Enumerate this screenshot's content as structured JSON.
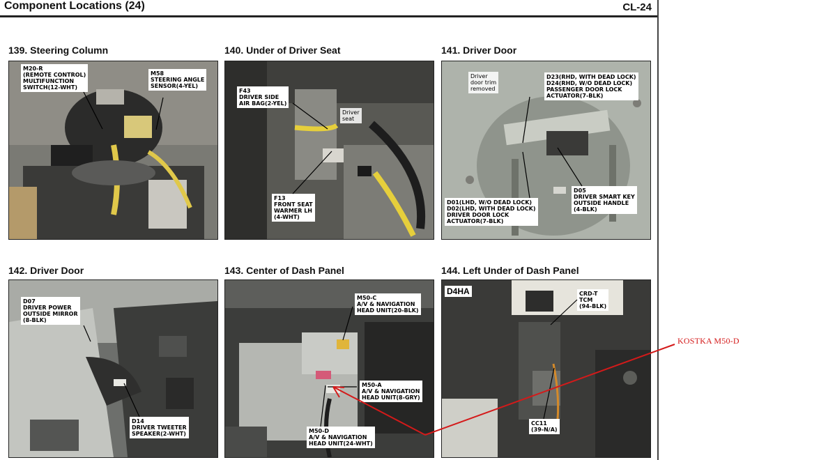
{
  "header": {
    "title": "Component Locations (24)",
    "code": "CL-24"
  },
  "panels": [
    {
      "title": "139. Steering Column",
      "labels": [
        {
          "text": "M20-R\n(REMOTE CONTROL)\nMULTIFUNCTION\nSWITCH(12-WHT)"
        },
        {
          "text": "M58\nSTEERING ANGLE\nSENSOR(4-YEL)"
        }
      ]
    },
    {
      "title": "140. Under of Driver Seat",
      "labels": [
        {
          "text": "F43\nDRIVER SIDE\nAIR BAG(2-YEL)"
        },
        {
          "text": "Driver\nseat"
        },
        {
          "text": "F13\nFRONT SEAT\nWARMER LH\n(4-WHT)"
        }
      ]
    },
    {
      "title": "141. Driver Door",
      "labels": [
        {
          "text": "Driver\ndoor trim\nremoved"
        },
        {
          "text": "D23(RHD, WITH DEAD LOCK)\nD24(RHD, W/O DEAD LOCK)\nPASSENGER DOOR LOCK\nACTUATOR(7-BLK)"
        },
        {
          "text": "D01(LHD, W/O DEAD LOCK)\nD02(LHD, WITH DEAD LOCK)\nDRIVER DOOR LOCK\nACTUATOR(7-BLK)"
        },
        {
          "text": "D05\nDRIVER SMART KEY\nOUTSIDE HANDLE\n(4-BLK)"
        }
      ]
    },
    {
      "title": "142. Driver Door",
      "labels": [
        {
          "text": "D07\nDRIVER POWER\nOUTSIDE MIRROR\n(8-BLK)"
        },
        {
          "text": "D14\nDRIVER TWEETER\nSPEAKER(2-WHT)"
        }
      ]
    },
    {
      "title": "143. Center of Dash Panel",
      "labels": [
        {
          "text": "M50-C\nA/V & NAVIGATION\nHEAD UNIT(20-BLK)"
        },
        {
          "text": "M50-A\nA/V & NAVIGATION\nHEAD UNIT(8-GRY)"
        },
        {
          "text": "M50-D\nA/V & NAVIGATION\nHEAD UNIT(24-WHT)"
        }
      ]
    },
    {
      "title": "144. Left Under of Dash Panel",
      "badge": "D4HA",
      "labels": [
        {
          "text": "CRD-T\nTCM\n(94-BLK)"
        },
        {
          "text": "CC11\n(39-N/A)"
        }
      ]
    }
  ],
  "annotation": {
    "text": "KOSTKA M50-D",
    "color": "#d41a1a"
  }
}
